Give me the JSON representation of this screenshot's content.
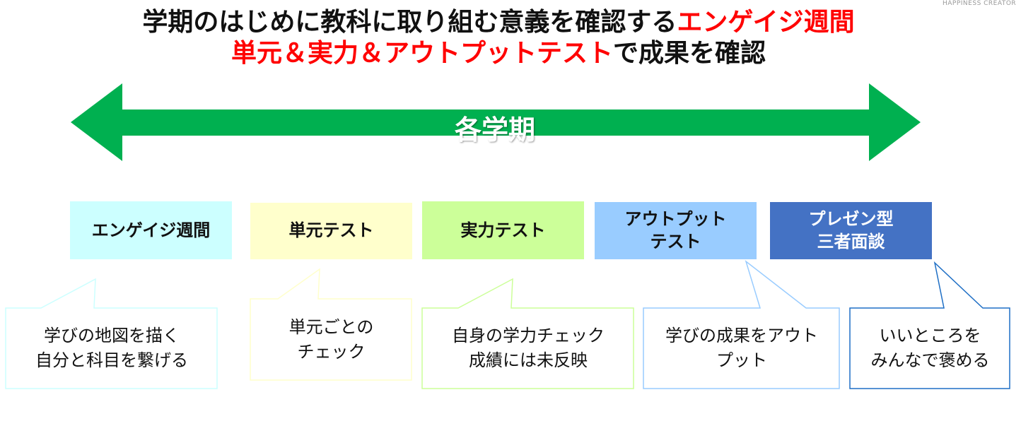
{
  "logo": "HAPPINESS CREATOR",
  "title": {
    "line1_black": "学期のはじめに教科に取り組む意義を確認する",
    "line1_red": "エンゲイジ週間",
    "line2_red": "単元＆実力＆アウトプットテスト",
    "line2_black": "で成果を確認"
  },
  "arrow": {
    "label": "各学期",
    "color": "#00b050"
  },
  "stages": [
    {
      "label": "エンゲイジ週間",
      "color": "#ccffff",
      "note": "学びの地図を描く\n自分と科目を繋げる"
    },
    {
      "label": "単元テスト",
      "color": "#ffffcc",
      "note": "単元ごとの\nチェック"
    },
    {
      "label": "実力テスト",
      "color": "#ccff99",
      "note": "自身の学力チェック\n成績には未反映"
    },
    {
      "label": "アウトプット\nテスト",
      "color": "#99ccff",
      "note": "学びの成果をアウト\nプット"
    },
    {
      "label": "プレゼン型\n三者面談",
      "color": "#4472c4",
      "note": "いいところを\nみんなで褒める"
    }
  ]
}
